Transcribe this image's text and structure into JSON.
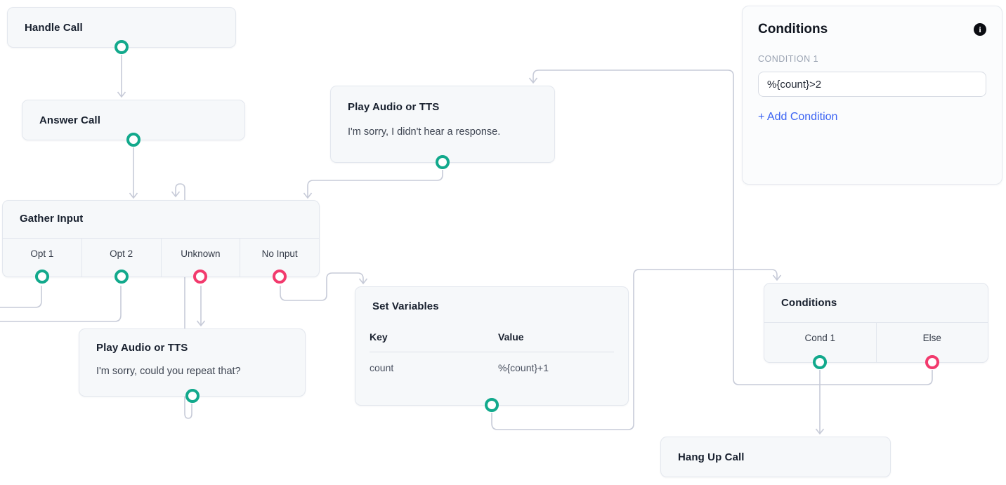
{
  "canvas": {
    "nodes": {
      "handle_call": {
        "title": "Handle Call"
      },
      "answer_call": {
        "title": "Answer Call"
      },
      "play_audio_top": {
        "title": "Play Audio or TTS",
        "body": "I'm sorry, I didn't hear a response."
      },
      "gather_input": {
        "title": "Gather Input",
        "options": [
          "Opt 1",
          "Opt 2",
          "Unknown",
          "No Input"
        ],
        "option_states": [
          "success",
          "success",
          "fail",
          "fail"
        ]
      },
      "play_audio_bottom": {
        "title": "Play Audio or TTS",
        "body": "I'm sorry, could you repeat that?"
      },
      "set_variables": {
        "title": "Set Variables",
        "columns": {
          "key": "Key",
          "value": "Value"
        },
        "rows": [
          {
            "key": "count",
            "value": "%{count}+1"
          }
        ]
      },
      "conditions_node": {
        "title": "Conditions",
        "options": [
          "Cond 1",
          "Else"
        ],
        "option_states": [
          "success",
          "fail"
        ]
      },
      "hang_up_call": {
        "title": "Hang Up Call"
      }
    },
    "panel": {
      "title": "Conditions",
      "info_icon": "info-icon",
      "info_glyph": "i",
      "condition_label": "CONDITION 1",
      "condition_value": "%{count}>2",
      "add_condition_label": "+ Add Condition"
    },
    "colors": {
      "node_background": "#f6f8fa",
      "node_border": "#e3e7ee",
      "edge": "#c7cbd8",
      "port_success": "#12a98c",
      "port_fail": "#f23a6d",
      "accent_blue": "#2e53ef",
      "link_blue": "#3b63f3"
    }
  }
}
